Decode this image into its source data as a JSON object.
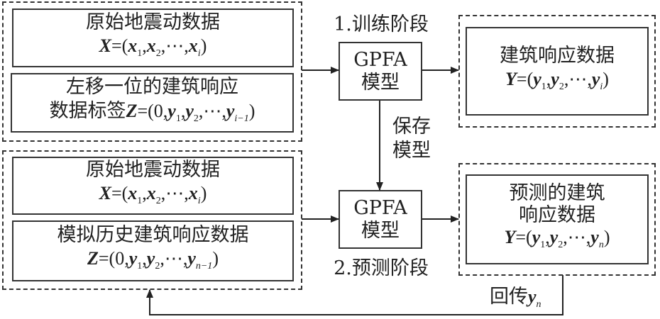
{
  "training": {
    "stage_label": "1.训练阶段",
    "input_box_1": {
      "title": "原始地震动数据",
      "eq_var": "X",
      "eq_elem": "x",
      "eq_subs": [
        "1",
        "2",
        "i"
      ]
    },
    "input_box_2": {
      "title_line1": "左移一位的建筑响应",
      "title_line2": "数据标签",
      "eq_var": "Z",
      "eq_elem": "y",
      "eq_subs": [
        "1",
        "2",
        "i−1"
      ],
      "eq_first": "0"
    },
    "model": {
      "line1": "GPFA",
      "line2": "模型"
    },
    "output": {
      "title": "建筑响应数据",
      "eq_var": "Y",
      "eq_elem": "y",
      "eq_subs": [
        "1",
        "2",
        "i"
      ]
    }
  },
  "save_model": {
    "line1": "保存",
    "line2": "模型"
  },
  "prediction": {
    "stage_label": "2.预测阶段",
    "input_box_1": {
      "title": "原始地震动数据",
      "eq_var": "X",
      "eq_elem": "x",
      "eq_subs": [
        "1",
        "2",
        "i"
      ]
    },
    "input_box_2": {
      "title": "模拟历史建筑响应数据",
      "eq_var": "Z",
      "eq_elem": "y",
      "eq_subs": [
        "1",
        "2",
        "n−1"
      ],
      "eq_first": "0"
    },
    "model": {
      "line1": "GPFA",
      "line2": "模型"
    },
    "output": {
      "title_line1": "预测的建筑",
      "title_line2": "响应数据",
      "eq_var": "Y",
      "eq_elem": "y",
      "eq_subs": [
        "1",
        "2",
        "n"
      ]
    }
  },
  "feedback": {
    "label": "回传",
    "var": "y",
    "sub": "n"
  },
  "symbols": {
    "eq": "=(",
    "comma": ",",
    "ellipsis": ",⋯,",
    "close": ")"
  }
}
